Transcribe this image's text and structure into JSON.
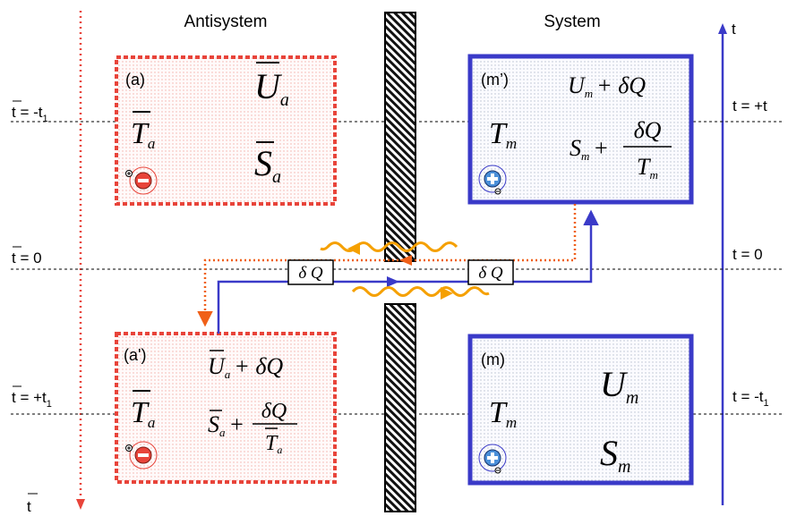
{
  "headers": {
    "antisystem": "Antisystem",
    "system": "System"
  },
  "axes": {
    "right_axis": "t",
    "left_axis": "t",
    "left_levels": [
      {
        "base": "t = -t",
        "sub": "1"
      },
      {
        "base": "t = 0",
        "sub": ""
      },
      {
        "base": "t = +t",
        "sub": "1"
      }
    ],
    "right_levels": [
      {
        "base": "t = +t",
        "sub": ""
      },
      {
        "base": "t = 0",
        "sub": ""
      },
      {
        "base": "t = -t",
        "sub": "1"
      }
    ]
  },
  "boxes": {
    "a": {
      "label": "(a)",
      "temp": {
        "sym": "T",
        "sub": "a"
      },
      "energy": {
        "sym": "U",
        "sub": "a"
      },
      "entropy": {
        "sym": "S",
        "sub": "a"
      }
    },
    "a_prime": {
      "label": "(a')",
      "temp": {
        "sym": "T",
        "sub": "a"
      },
      "energy": {
        "sym": "U",
        "sub": "a",
        "plus": "+ δQ"
      },
      "entropy": {
        "sym": "S",
        "sub": "a",
        "plus": "+",
        "num": "δQ",
        "den_sym": "T",
        "den_sub": "a"
      }
    },
    "m_prime": {
      "label": "(m’)",
      "temp": {
        "sym": "T",
        "sub": "m"
      },
      "energy": {
        "sym": "U",
        "sub": "m",
        "plus": "+ δQ"
      },
      "entropy": {
        "sym": "S",
        "sub": "m",
        "plus": "+",
        "num": "δQ",
        "den_sym": "T",
        "den_sub": "m"
      }
    },
    "m": {
      "label": "(m)",
      "temp": {
        "sym": "T",
        "sub": "m"
      },
      "energy": {
        "sym": "U",
        "sub": "m"
      },
      "entropy": {
        "sym": "S",
        "sub": "m"
      }
    }
  },
  "heat_labels": [
    "δ Q",
    "δ Q"
  ],
  "colors": {
    "antisystem": "#e8443a",
    "system": "#3a3ac8",
    "heat_wave": "#f5a000",
    "arrow_orange": "#f06018"
  },
  "icons": {
    "antiparticle": "minus-icon",
    "particle": "plus-icon"
  }
}
